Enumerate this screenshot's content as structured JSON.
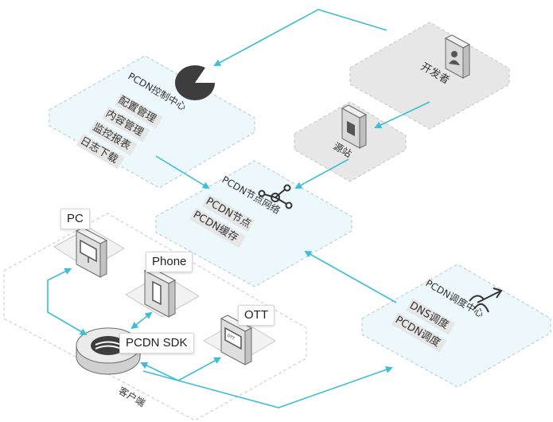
{
  "control_center": {
    "title": "PCDN控制中心",
    "items": [
      "配置管理",
      "内容管理",
      "监控报表",
      "日志下载"
    ]
  },
  "developer": {
    "label": "开发者"
  },
  "origin": {
    "label": "源站"
  },
  "node_network": {
    "title": "PCDN节点网络",
    "items": [
      "PCDN节点",
      "PCDN缓存"
    ]
  },
  "scheduling_center": {
    "title": "PCDN调度中心",
    "items": [
      "DNS调度",
      "PCDN调度"
    ]
  },
  "client_zone": {
    "label": "客户端"
  },
  "devices": {
    "pc": "PC",
    "phone": "Phone",
    "ott": "OTT",
    "sdk": "PCDN SDK"
  },
  "ott_screen_text": "OTT",
  "colors": {
    "arrow": "#3cbed6",
    "tile_blue": "#ecf8fb",
    "tile_gray": "#ececec",
    "tile_border": "#b4c9cf",
    "label_bg": "#e6e6e6"
  }
}
